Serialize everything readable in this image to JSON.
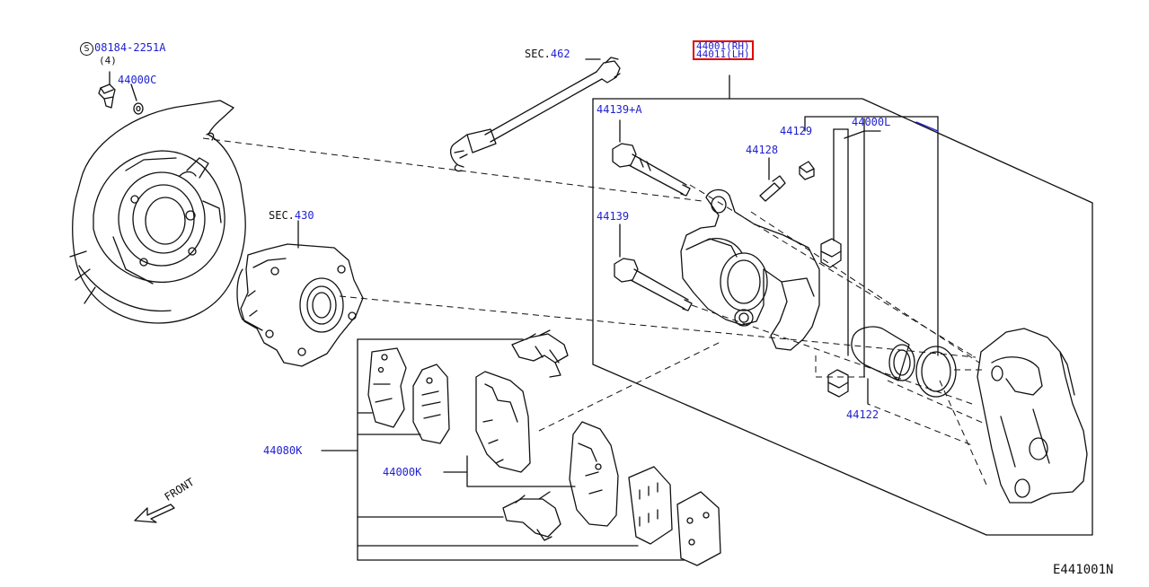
{
  "colors": {
    "part_number": "#1f1fd0",
    "line_art": "#111111",
    "highlight": "#e00000",
    "background": "#ffffff"
  },
  "labels": {
    "bolt_spec": "08184-2251A",
    "bolt_qty": "(4)",
    "bolt_symbol": "S",
    "part_44000c": "44000C",
    "sec_462_prefix": "SEC.",
    "sec_462_num": "462",
    "sec_430_prefix": "SEC.",
    "sec_430_num": "430",
    "part_44001_rh": "44001(RH)",
    "part_44011_lh": "44011(LH)",
    "part_44139a": "44139+A",
    "part_44128": "44128",
    "part_44129": "44129",
    "part_44000l": "44000L",
    "part_44139": "44139",
    "part_44122": "44122",
    "part_44080k": "44080K",
    "part_44000k": "44000K",
    "front": "FRONT",
    "diagram_id": "E441001N"
  }
}
